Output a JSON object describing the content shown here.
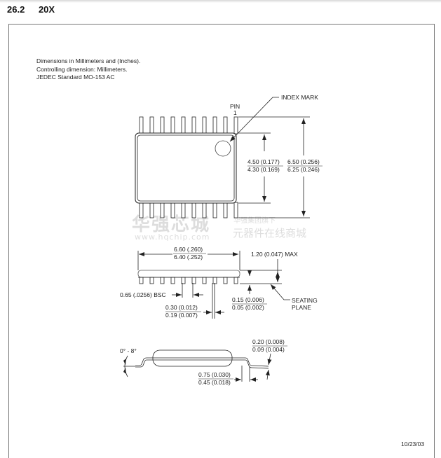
{
  "section": {
    "number": "26.2",
    "title": "20X"
  },
  "notes": [
    "Dimensions in Millimeters and (Inches).",
    "Controlling dimension: Millimeters.",
    "JEDEC Standard MO-153 AC"
  ],
  "top_view": {
    "pin_label_line1": "PIN",
    "pin_label_line2": "1",
    "index_mark": "INDEX MARK",
    "body_width_max": "4.50 (0.177)",
    "body_width_min": "4.30 (0.169)",
    "overall_width_max": "6.50 (0.256)",
    "overall_width_min": "6.25 (0.246)",
    "pins_per_side": 10
  },
  "side_view": {
    "length_max": "6.60 (.260)",
    "length_min": "6.40 (.252)",
    "height_max": "1.20 (0.047) MAX",
    "pitch": "0.65 (.0256) BSC",
    "lead_width_max": "0.30 (0.012)",
    "lead_width_min": "0.19 (0.007)",
    "standoff_max": "0.15 (0.006)",
    "standoff_min": "0.05 (0.002)",
    "seating_line1": "SEATING",
    "seating_line2": "PLANE"
  },
  "end_view": {
    "angle": "0° - 8°",
    "lead_thk_max": "0.20 (0.008)",
    "lead_thk_min": "0.09 (0.004)",
    "foot_max": "0.75 (0.030)",
    "foot_min": "0.45 (0.018)"
  },
  "watermark": {
    "brand": "华强芯城",
    "url": "www.hqchip.com",
    "tag1": "华强集团旗下",
    "tag2": "元器件在线商城"
  },
  "date": "10/23/03"
}
